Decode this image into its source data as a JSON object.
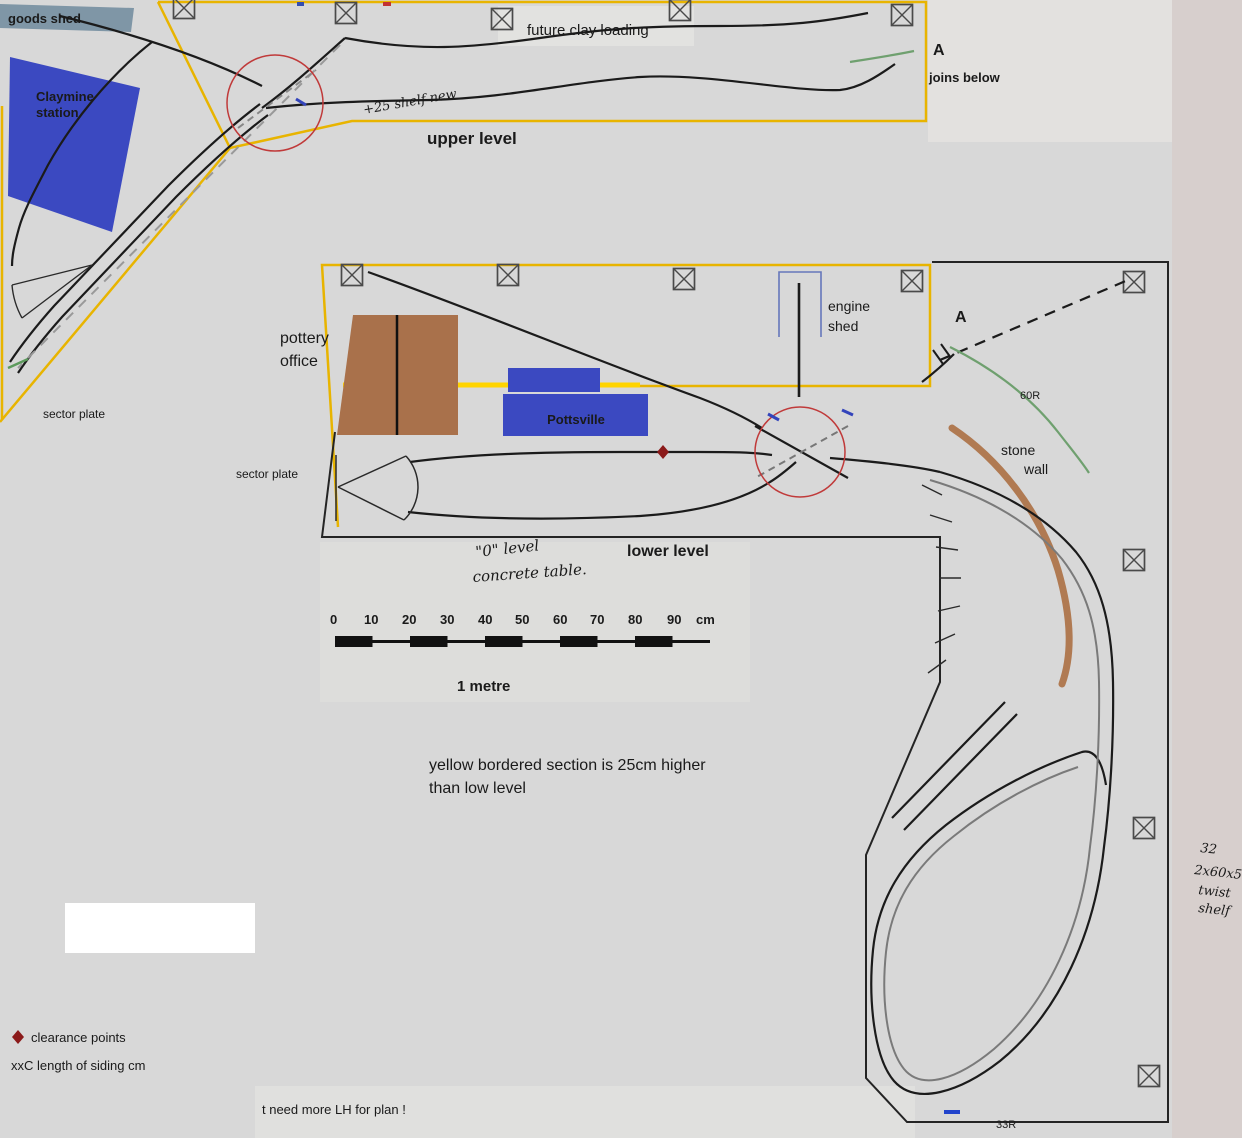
{
  "title": "model railway track plan",
  "labels": {
    "goods_shed": "goods shed",
    "claymine_1": "Claymine",
    "claymine_2": "station",
    "future_clay_loading": "future clay loading",
    "a_top": "A",
    "joins_below": "joins below",
    "upper_level": "upper level",
    "shelf_note": "+25 shelf new",
    "pottery_1": "pottery",
    "pottery_2": "office",
    "pottsville": "Pottsville",
    "engine_1": "engine",
    "engine_2": "shed",
    "a_mid": "A",
    "radius_60": "60R",
    "stone_1": "stone",
    "stone_2": "wall",
    "sector_plate_upper": "sector plate",
    "sector_plate_lower": "sector plate",
    "lower_level": "lower level",
    "concrete_1": "\"0\" level",
    "concrete_2": "concrete table.",
    "one_metre": "1 metre",
    "elevation_1": "yellow bordered section is 25cm higher",
    "elevation_2": "than low level",
    "legend_clearance": "clearance points",
    "legend_siding": "xxC  length of siding cm",
    "bottom_note": "t need more LH for plan !",
    "radius_33": "33R",
    "side_1": "32",
    "side_2": "2x60x5",
    "side_3": "twist",
    "side_4": "shelf"
  },
  "scale": {
    "ticks": [
      "0",
      "10",
      "20",
      "30",
      "40",
      "50",
      "60",
      "70",
      "80",
      "90"
    ],
    "unit": "cm"
  },
  "colors": {
    "board_yellow": "#e8b400",
    "bright_yellow": "#ffd400",
    "track_black": "#1b1b1b",
    "track_gray": "#7a7a7a",
    "red_circle": "#c03a3a",
    "station_blue": "#3b49c1",
    "pottery_brown": "#a9714b",
    "stone_brown": "#b07a52",
    "track_green": "#6fa06f",
    "legend_dark_red": "#8b1a1a",
    "note_yellow": "#f2b200",
    "teal": "#2a9d9d",
    "olive": "#8c7a28"
  }
}
